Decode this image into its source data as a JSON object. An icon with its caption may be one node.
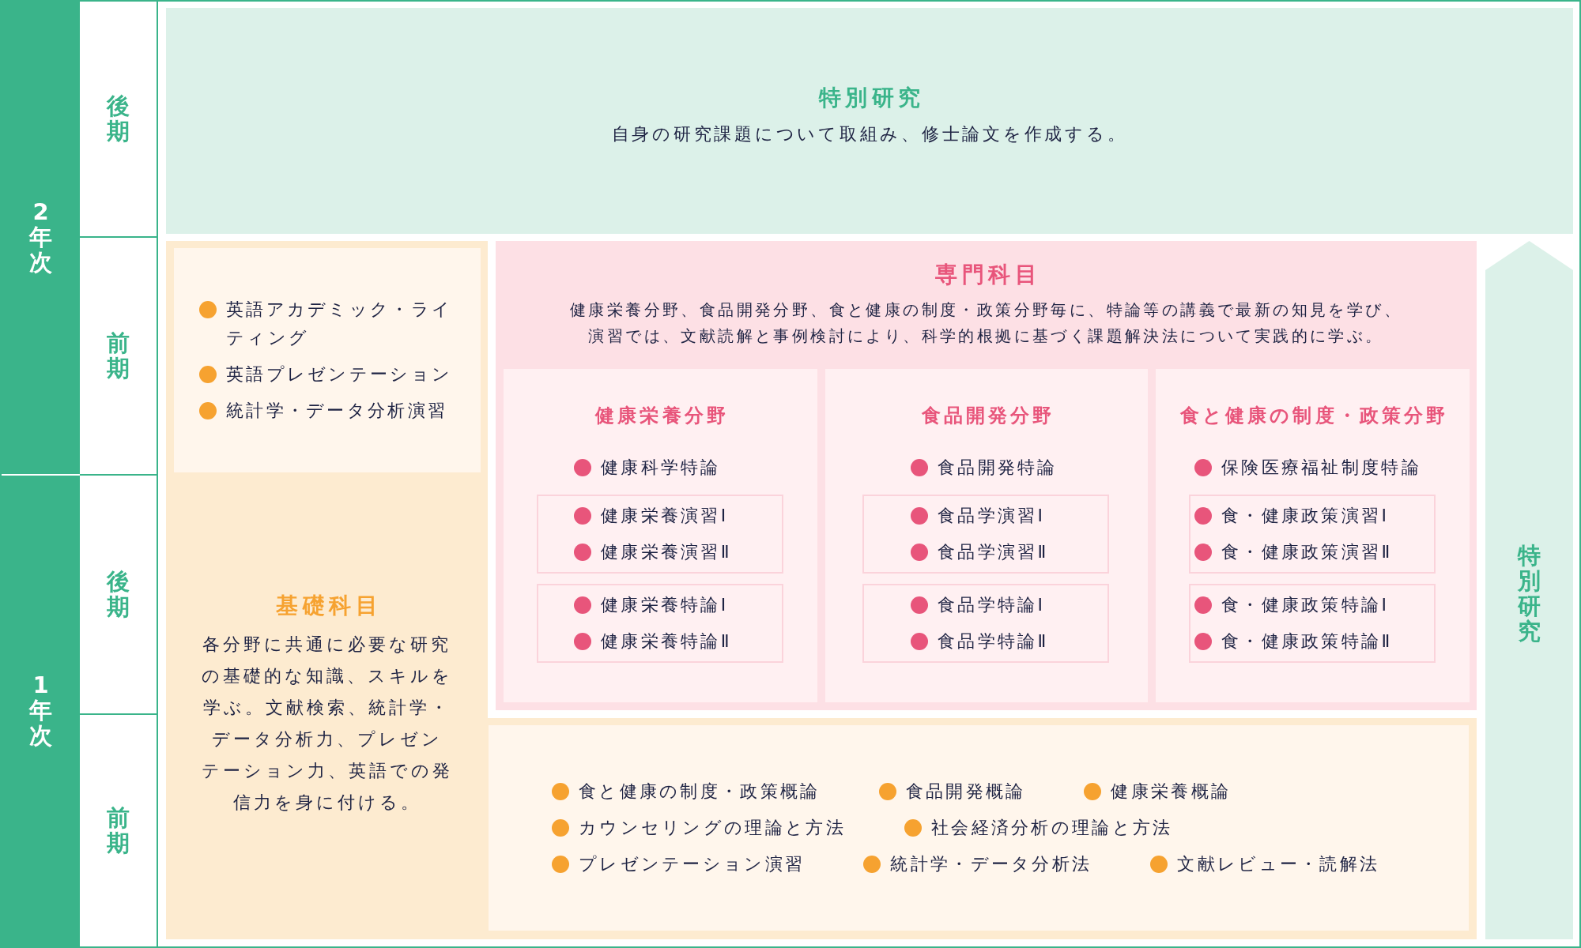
{
  "diagram": {
    "nodes": [
      {
        "text": [
          "2年次"
        ]
      },
      {
        "text": [
          "後期"
        ]
      },
      {
        "text": [
          "前期"
        ]
      },
      {
        "text": [
          "1年次"
        ]
      },
      {
        "text": [
          "後期"
        ]
      },
      {
        "text": [
          "前期"
        ]
      },
      {
        "text": [
          "特別研究",
          "自身の研究課題について取組み、修士論文を作成する。"
        ]
      },
      {
        "text": [
          "基礎科目",
          "各分野に共通に必要な研究の基礎的な知識、スキルを学ぶ。文献検索、統計学・データ分析力、プレゼンテーション力、英語での発信力を身に付ける。"
        ]
      },
      {
        "text": [
          "英語アカデミック・ライティング",
          "英語プレゼンテーション",
          "統計学・データ分析演習"
        ],
        "in": 7
      },
      {
        "text": [
          "食と健康の制度・政策概論",
          "食品開発概論",
          "健康栄養概論",
          "カウンセリングの理論と方法",
          "社会経済分析の理論と方法",
          "プレゼンテーション演習",
          "統計学・データ分析法",
          "文献レビュー・読解法"
        ],
        "in": 7
      },
      {
        "text": [
          "専門科目",
          "健康栄養分野、食品開発分野、食と健康の制度・政策分野毎に、特論等の講義で最新の知見を学び、演習では、文献読解と事例検討により、科学的根拠に基づく課題解決法について実践的に学ぶ。"
        ]
      },
      {
        "text": [
          "健康栄養分野",
          "健康科学特論"
        ],
        "in": 10
      },
      {
        "text": [
          "健康栄養演習Ⅰ",
          "健康栄養演習Ⅱ"
        ],
        "in": 11
      },
      {
        "text": [
          "健康栄養特論Ⅰ",
          "健康栄養特論Ⅱ"
        ],
        "in": 11
      },
      {
        "text": [
          "食品開発分野",
          "食品開発特論"
        ],
        "in": 10
      },
      {
        "text": [
          "食品学演習Ⅰ",
          "食品学演習Ⅱ"
        ],
        "in": 14
      },
      {
        "text": [
          "食品学特論Ⅰ",
          "食品学特論Ⅱ"
        ],
        "in": 14
      },
      {
        "text": [
          "食と健康の制度・政策分野",
          "保険医療福祉制度特論"
        ],
        "in": 10
      },
      {
        "text": [
          "食・健康政策演習Ⅰ",
          "食・健康政策演習Ⅱ"
        ],
        "in": 17
      },
      {
        "text": [
          "食・健康政策特論Ⅰ",
          "食・健康政策特論Ⅱ"
        ],
        "in": 17
      },
      {
        "text": [
          "特別研究"
        ]
      }
    ]
  }
}
